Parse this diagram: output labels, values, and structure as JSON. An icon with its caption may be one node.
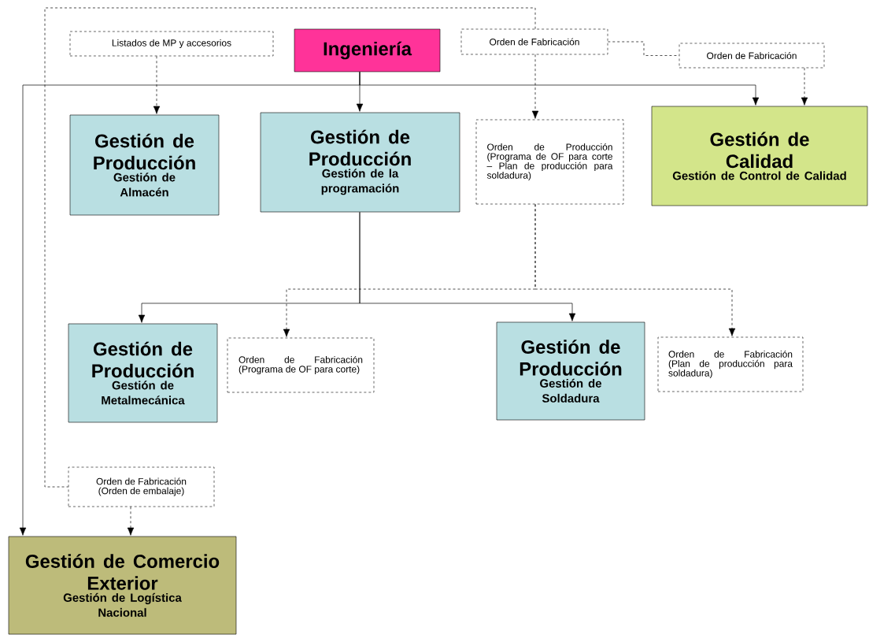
{
  "diagram": {
    "nodes": [
      {
        "text": [
          "Listados de MP y accesorios"
        ]
      },
      {
        "text": [
          "Ingeniería"
        ]
      },
      {
        "text": [
          "Orden de Fabricación"
        ]
      },
      {
        "text": [
          "Orden de Fabricación"
        ]
      },
      {
        "text": [
          "Gestión de Producción",
          "Gestión de Almacén"
        ]
      },
      {
        "text": [
          "Gestión de Producción",
          "Gestión de la programación"
        ]
      },
      {
        "text": [
          "Orden de Producción (Programa de OF para corte – Plan de producción para soldadura)"
        ]
      },
      {
        "text": [
          "Gestión de Calidad",
          "Gestión de Control de Calidad"
        ]
      },
      {
        "text": [
          "Gestión de Producción",
          "Gestión de Metalmecánica"
        ]
      },
      {
        "text": [
          "Orden de Fabricación (Programa de OF para corte)"
        ]
      },
      {
        "text": [
          "Gestión de Producción",
          "Gestión de Soldadura"
        ]
      },
      {
        "text": [
          "Orden de Fabricación (Plan de producción para soldadura)"
        ]
      },
      {
        "text": [
          "Orden de Fabricación (Orden de embalaje)"
        ]
      },
      {
        "text": [
          "Gestión de Comercio Exterior",
          "Gestión de Logística Nacional"
        ]
      }
    ],
    "edges": [
      {
        "from": 0,
        "to": 4,
        "arrow": "to",
        "style": "dashed"
      },
      {
        "from": 1,
        "to": 5,
        "arrow": "to"
      },
      {
        "from": 1,
        "to": 7,
        "arrow": "to"
      },
      {
        "from": 1,
        "to": 13,
        "arrow": "to"
      },
      {
        "from": 2,
        "to": 3,
        "arrow": "none",
        "style": "dashed"
      },
      {
        "from": 2,
        "to": 6,
        "arrow": "to",
        "style": "dashed"
      },
      {
        "from": 3,
        "to": 7,
        "arrow": "to",
        "style": "dashed"
      },
      {
        "from": 2,
        "to": 12,
        "arrow": "none",
        "style": "dashed"
      },
      {
        "from": 5,
        "to": 8,
        "arrow": "to"
      },
      {
        "from": 5,
        "to": 10,
        "arrow": "to"
      },
      {
        "from": 6,
        "to": 9,
        "arrow": "to",
        "style": "dashed"
      },
      {
        "from": 6,
        "to": 11,
        "arrow": "to",
        "style": "dashed"
      },
      {
        "from": 12,
        "to": 13,
        "arrow": "to",
        "style": "dashed"
      }
    ]
  }
}
